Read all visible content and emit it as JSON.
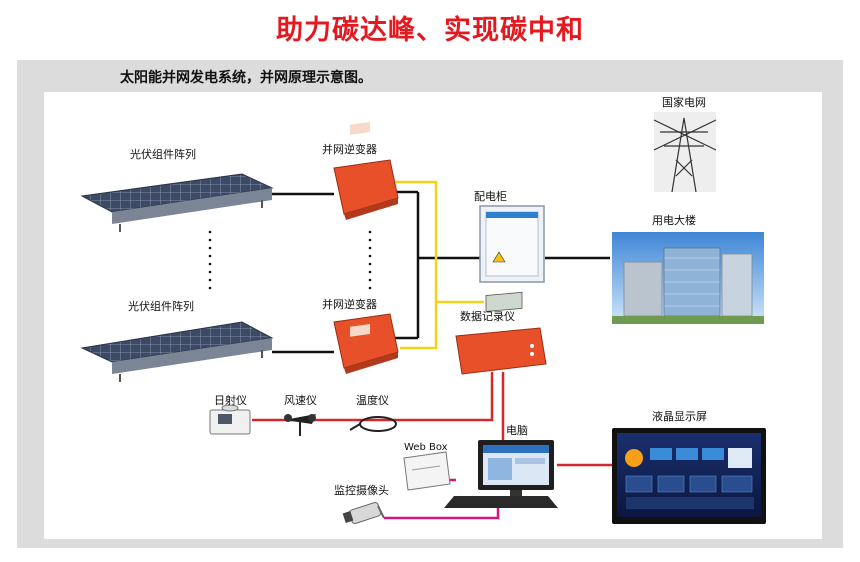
{
  "banner": {
    "title": "助力碳达峰、实现碳中和"
  },
  "diagram": {
    "title": "太阳能并网发电系统，并网原理示意图。",
    "labels": {
      "pv_array_top": "光伏组件阵列",
      "pv_array_bottom": "光伏组件阵列",
      "inverter_top": "并网逆变器",
      "inverter_bottom": "并网逆变器",
      "distribution_cabinet": "配电柜",
      "national_grid": "国家电网",
      "office_building": "用电大楼",
      "data_logger": "数据记录仪",
      "irradiance_meter": "日射仪",
      "anemometer": "风速仪",
      "thermometer": "温度仪",
      "computer": "电脑",
      "web_box": "Web Box",
      "lcd_screen": "液晶显示屏",
      "camera": "监控摄像头"
    },
    "colors": {
      "title_red": "#e4181e",
      "dc_line": "#111111",
      "signal_yellow": "#f2d21a",
      "data_red": "#d8262e",
      "video_magenta": "#d8157e",
      "inverter_orange": "#e8502a"
    }
  }
}
